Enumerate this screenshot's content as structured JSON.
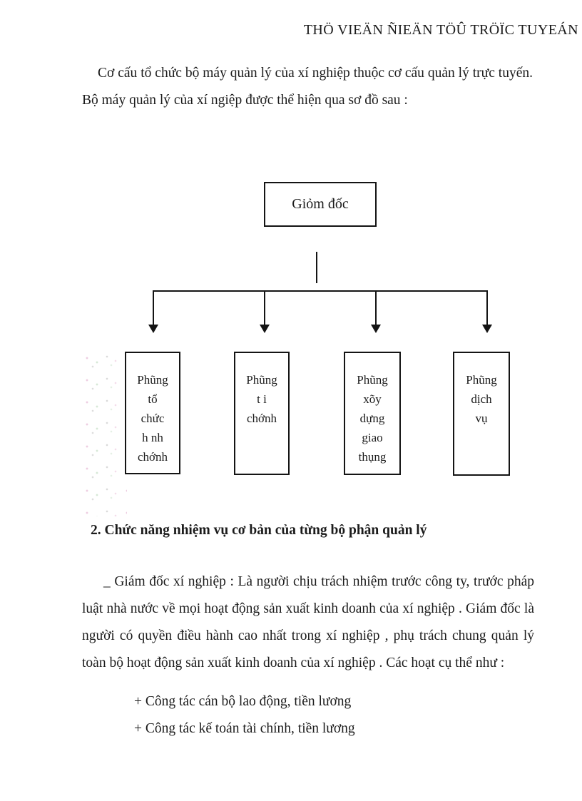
{
  "header": {
    "title": "THÖ VIEÄN ÑIEÄN TÖÛ TRÖÏC TUYEÁN"
  },
  "intro": {
    "text": "Cơ cấu tổ chức bộ máy quản lý của xí nghiệp thuộc cơ cấu quản lý trực tuyến. Bộ máy quản lý của xí ngiệp được thể hiện qua sơ đồ sau :"
  },
  "diagram": {
    "root_label": "Giỏm đốc",
    "boxes": [
      {
        "lines": [
          "Phũng",
          "tổ",
          "chức",
          "h nh",
          "chớnh"
        ]
      },
      {
        "lines": [
          "Phũng",
          "t i",
          "chớnh"
        ]
      },
      {
        "lines": [
          "Phũng",
          "xõy",
          "dựng",
          "giao",
          "thụng"
        ]
      },
      {
        "lines": [
          "Phũng",
          "dịch",
          "vụ"
        ]
      }
    ]
  },
  "section": {
    "heading": "2. Chức năng nhiệm vụ cơ bản của từng bộ phận quản lý",
    "paragraph": "_ Giám đốc xí nghiệp : Là người chịu trách nhiệm trước công ty, trước pháp luật nhà nước về mọi hoạt động sản xuất kinh doanh của xí nghiệp . Giám đốc là người có quyền điều hành cao nhất trong xí nghiệp , phụ trách chung quản lý toàn bộ hoạt động sản xuất kinh doanh của xí nghiệp . Các hoạt cụ thể như :",
    "bullets": [
      "+ Công tác cán bộ lao động, tiền lương",
      "+ Công tác kế toán tài chính, tiền lương"
    ]
  },
  "colors": {
    "ink": "#141414",
    "background": "#ffffff"
  }
}
